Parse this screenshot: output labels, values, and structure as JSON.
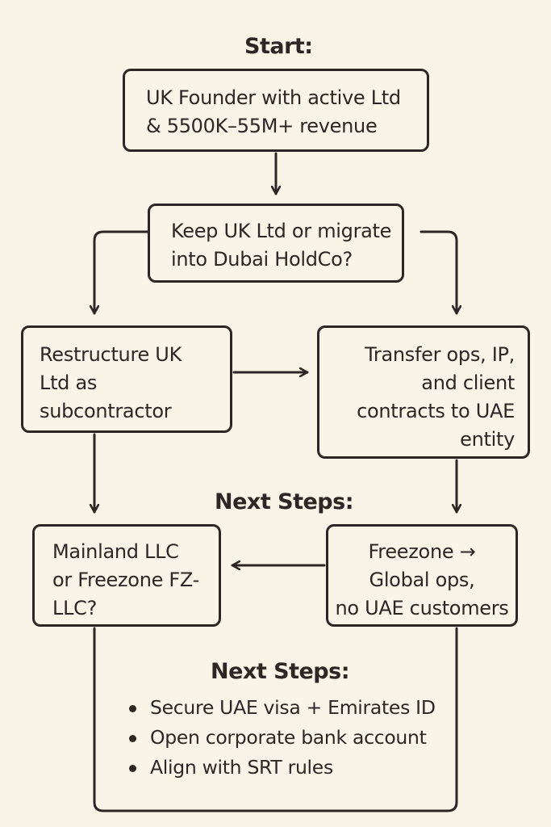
{
  "start": {
    "heading": "Start:",
    "lines": [
      "UK Founder with active Ltd",
      "& 5500K–55M+ revenue"
    ]
  },
  "question": {
    "lines": [
      "Keep UK Ltd or migrate",
      "into Dubai HoldCo?"
    ]
  },
  "restructure": {
    "lines": [
      "Restructure UK",
      "Ltd as",
      "subcontractor"
    ]
  },
  "transfer": {
    "lines": [
      "Transfer ops, IP,",
      "and client",
      "contracts to UAE",
      "entity"
    ]
  },
  "next_steps_heading_1": "Next Steps:",
  "mainland": {
    "lines": [
      "Mainland LLC",
      "or Freezone FZ-",
      "LLC?"
    ]
  },
  "freezone": {
    "lines": [
      "Freezone →",
      "Global ops,",
      "no UAE customers"
    ]
  },
  "next_steps": {
    "heading": "Next Steps:",
    "items": [
      "Secure UAE visa + Emirates ID",
      "Open corporate bank account",
      "Align with SRT rules"
    ]
  },
  "colors": {
    "background": "#f8f4e7",
    "ink": "#2b2723"
  }
}
